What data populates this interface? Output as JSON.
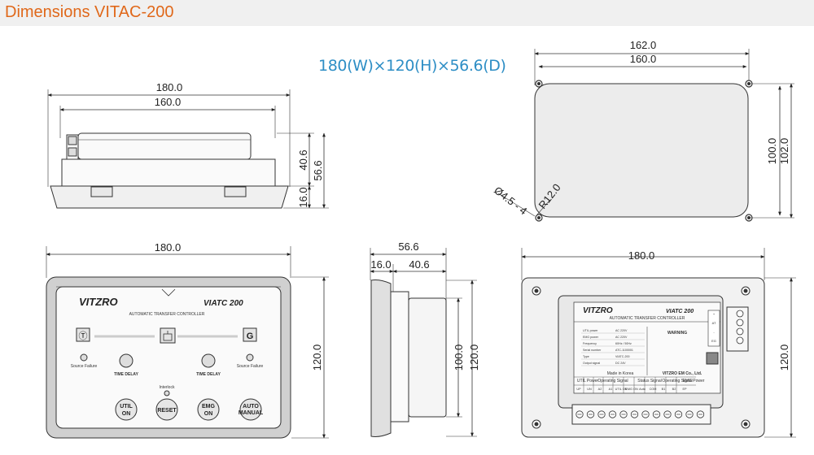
{
  "header": {
    "title": "Dimensions VITAC-200"
  },
  "headline": "180(W)×120(H)×56.6(D)",
  "side_view": {
    "width_outer": "180.0",
    "width_inner": "160.0",
    "depth_body": "40.6",
    "depth_total": "56.6",
    "depth_front": "16.0"
  },
  "rear_mount_view": {
    "hole_span_outer": "162.0",
    "hole_span_inner": "160.0",
    "height_inner": "100.0",
    "height_outer": "102.0",
    "hole_spec": "Ø4.5 - 4",
    "corner_radius": "R12.0"
  },
  "front_view": {
    "width": "180.0",
    "height": "120.0",
    "brand": "VITZRO",
    "model": "VIATC 200",
    "subtitle": "AUTOMATIC TRANSFER CONTROLLER",
    "time_delay_left": "TIME DELAY",
    "time_delay_right": "TIME DELAY",
    "interlock": "Interlock",
    "source_left": "Source Failure",
    "source_right": "Source Failure",
    "utility_symbol": "Ⓣ",
    "generator_symbol": "G",
    "buttons": [
      {
        "line1": "UTIL",
        "line2": "ON"
      },
      {
        "line1": "RESET",
        "line2": ""
      },
      {
        "line1": "EMG",
        "line2": "ON"
      },
      {
        "line1": "AUTO",
        "line2": "MANUAL"
      }
    ]
  },
  "depth_view": {
    "depth_total": "56.6",
    "depth_front": "16.0",
    "depth_body": "40.6",
    "height_inner": "100.0",
    "height_outer": "120.0"
  },
  "rear_view": {
    "width": "180.0",
    "height": "120.0",
    "brand": "VITZRO",
    "model": "VIATC 200",
    "subtitle": "AUTOMATIC TRANSFER CONTROLLER",
    "warning_title": "WARNING",
    "maker": "VITZRO EM Co., Ltd.",
    "made_in": "Made in Korea",
    "spec_rows": [
      {
        "label": "UTIL power",
        "value": "AC 220V"
      },
      {
        "label": "EMG power",
        "value": "AC 220V"
      },
      {
        "label": "Frequency",
        "value": "60Hz / 50Hz"
      },
      {
        "label": "Serial number",
        "value": "ATC-1100001"
      },
      {
        "label": "Type",
        "value": "VIATC-200"
      },
      {
        "label": "Output signal",
        "value": "DC 24V"
      }
    ],
    "group_labels": [
      "UTIL Power",
      "Operating Signal",
      "Status Signal",
      "Operating Signal",
      "EMG Power"
    ],
    "terminals": [
      "UP",
      "UN",
      "A2",
      "A1",
      "UTIL ON",
      "EMG ON",
      "Auto",
      "COM",
      "B1",
      "B2",
      "EP"
    ],
    "side_terminals": [
      "+",
      "AT",
      "-",
      "EG"
    ]
  }
}
